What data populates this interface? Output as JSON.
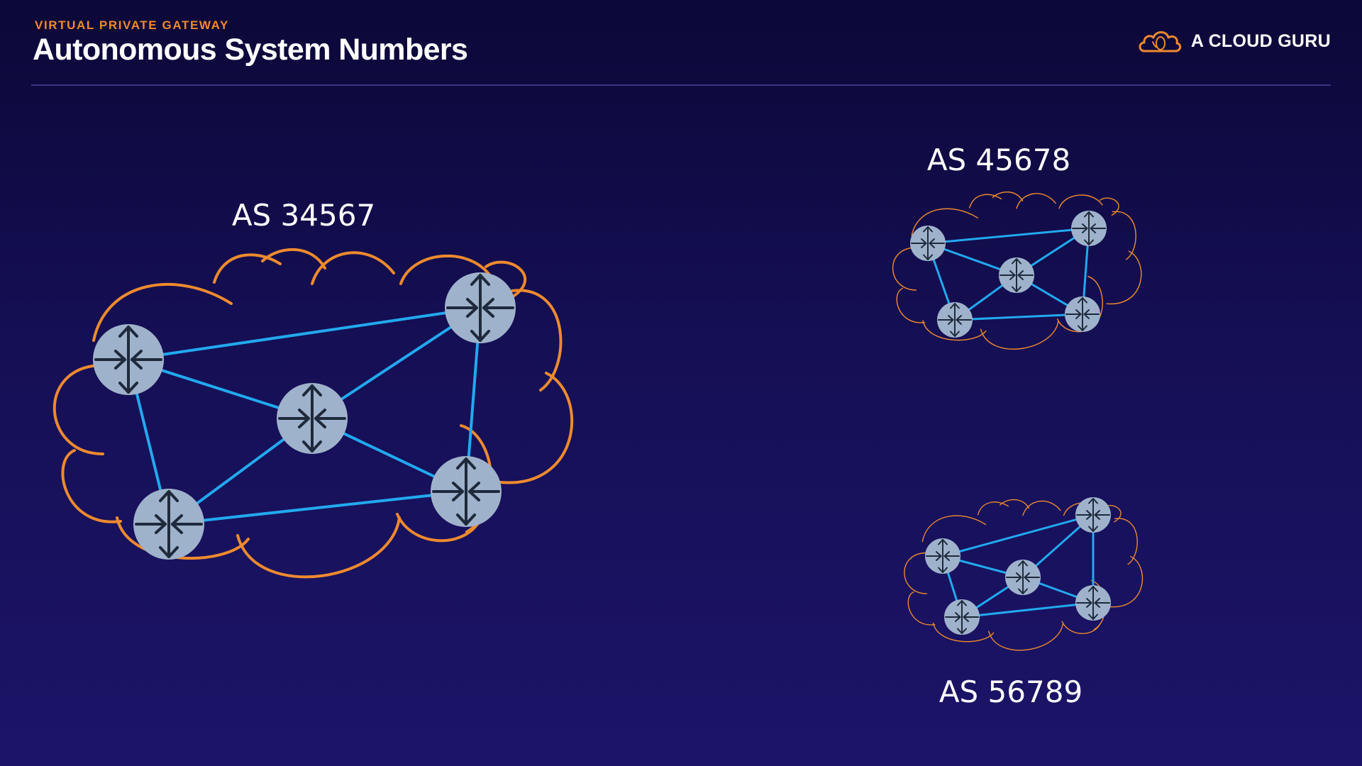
{
  "header": {
    "eyebrow": "VIRTUAL PRIVATE GATEWAY",
    "title": "Autonomous System Numbers"
  },
  "brand": {
    "name": "A CLOUD GURU",
    "icon": "cloud-logo-icon"
  },
  "colors": {
    "accent": "#f0892d",
    "cloud_outline": "#ee8a2e",
    "link": "#22a9ee",
    "router": "#9fb2cb",
    "background": "#150f55"
  },
  "diagram": {
    "systems": [
      {
        "id": "as-34567",
        "label": "AS 34567",
        "routers": 5
      },
      {
        "id": "as-45678",
        "label": "AS 45678",
        "routers": 5
      },
      {
        "id": "as-56789",
        "label": "AS 56789",
        "routers": 5
      }
    ],
    "router_icon": "router-icon"
  }
}
